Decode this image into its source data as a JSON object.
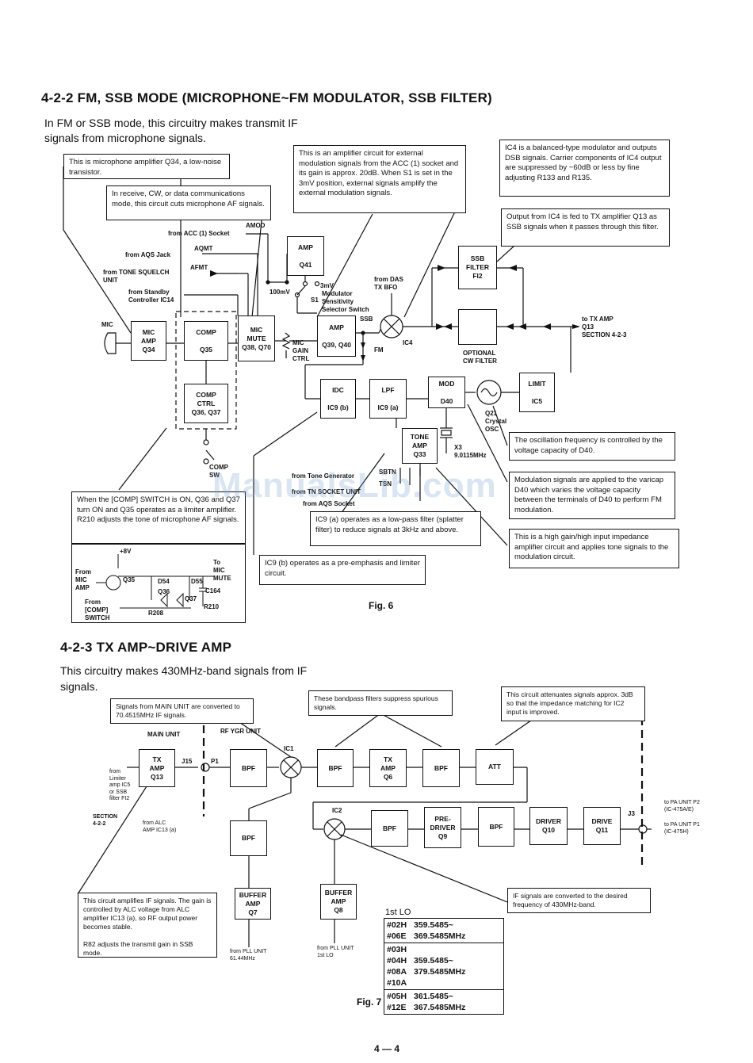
{
  "section_422": {
    "heading": "4-2-2  FM, SSB MODE (MICROPHONE~FM MODULATOR, SSB FILTER)",
    "intro_line1": "In FM or SSB mode, this circuitry makes transmit IF",
    "intro_line2": "signals from microphone signals."
  },
  "fig6": {
    "caption": "Fig. 6",
    "notes": {
      "mic_amp": "This is microphone amplifier Q34, a low-noise transistor.",
      "mute": "In receive, CW, or data communications mode, this circuit cuts microphone AF signals.",
      "amp_ext": "This is an amplifier circuit for external modulation signals from the ACC (1) socket and its gain is approx. 20dB. When S1 is set in the 3mV position, external signals amplify the external modulation signals.",
      "ic4": "IC4 is a balanced-type modulator and outputs DSB signals. Carrier components of IC4 output are suppressed by −60dB or less by fine adjusting R133 and R135.",
      "ssb_filter": "Output from IC4 is fed to TX amplifier Q13 as SSB signals when it passes through this filter.",
      "osc_freq": "The oscillation frequency is controlled by the voltage capacity of D40.",
      "modulation": "Modulation signals are applied to the varicap D40 which varies the voltage capacity between the terminals of D40 to perform FM modulation.",
      "tone_amp": "This is a high gain/high input impedance amplifier circuit and applies tone signals to the modulation circuit.",
      "comp": "When the [COMP] SWITCH is ON, Q36 and Q37 turn ON and Q35 operates as a limiter amplifier. R210 adjusts the tone of microphone AF signals.",
      "ic9a": "IC9 (a) operates as a low-pass filter (splatter filter) to reduce signals at 3kHz and above.",
      "ic9b": "IC9 (b) operates as a pre-emphasis and limiter circuit."
    },
    "blocks": {
      "mic_amp": "MIC\nAMP\nQ34",
      "comp": "COMP\n\nQ35",
      "comp_ctrl": "COMP\nCTRL\nQ36, Q37",
      "mic_mute": "MIC\nMUTE\nQ38, Q70",
      "amp_q41": "AMP\n\nQ41",
      "amp_q39": "AMP\n\nQ39, Q40",
      "idc": "IDC\n\nIC9 (b)",
      "lpf": "LPF\n\nIC9 (a)",
      "mod": "MOD\n\nD40",
      "limit": "LIMIT\n\nIC5",
      "tone_amp": "TONE\nAMP\nQ33",
      "ssb_filter": "SSB\nFILTER\nFI2"
    },
    "labels": {
      "from_acc": "from ACC (1) Socket",
      "amod": "AMOD",
      "from_aqs": "from AQS Jack",
      "aqmt": "AQMT",
      "from_squelch": "from TONE SQUELCH\nUNIT",
      "afmt": "AFMT",
      "from_standby": "from Standby\nController IC14",
      "mic": "MIC",
      "v100": "100mV",
      "s1": "S1",
      "v3": "3mV",
      "modulator_sens": "Modulator\nSensitivity\nSelector Switch",
      "from_das": "from DAS\nTX BFO",
      "ssb": "SSB",
      "fm": "FM",
      "ic4": "IC4",
      "mic_gain": "MIC\nGAIN\nCTRL",
      "to_tx_amp": "to TX AMP\nQ13\nSECTION 4-2-3",
      "optional_cw": "OPTIONAL\nCW FILTER",
      "q21": "Q21\nCrystal\nOSC",
      "x3": "X3\n9.0115MHz",
      "comp_sw": "COMP\nSW",
      "from_tone_gen": "from Tone Generator",
      "sbtn": "SBTN",
      "from_tn": "from TN SOCKET UNIT",
      "tsn": "TSN",
      "from_aqs_socket": "from AQS Socket",
      "v8": "+8V",
      "from_mic_amp": "From\nMIC\nAMP",
      "from_comp_sw": "From\n[COMP]\nSWITCH",
      "to_mic_mute": "To\nMIC\nMUTE",
      "q35": "Q35",
      "d54": "D54",
      "d55": "D55",
      "q36": "Q36",
      "q37": "Q37",
      "c164": "C164",
      "r208": "R208",
      "r210": "R210"
    }
  },
  "section_423": {
    "heading": "4-2-3  TX AMP~DRIVE AMP",
    "intro_line1": "This  circuitry  makes  430MHz-band  signals  from  IF",
    "intro_line2": "signals."
  },
  "fig7": {
    "caption": "Fig. 7",
    "notes": {
      "main_unit_signals": "Signals from MAIN UNIT are converted to 70.4515MHz IF signals.",
      "bpf_suppress": "These bandpass filters suppress spurious signals.",
      "att": "This circuit attenuates signals approx. 3dB so that the impedance matching for IC2 input is improved.",
      "tx_amp": "This circuit amplifies IF signals. The gain is controlled by ALC voltage from ALC amplifier IC13 (a), so RF output power becomes stable.\n\nR82 adjusts the transmit gain in SSB mode.",
      "ic2": "IF signals are converted to the desired frequency of 430MHz-band."
    },
    "blocks": {
      "tx_amp_q13": "TX\nAMP\nQ13",
      "bpf1": "BPF",
      "bpf2": "BPF",
      "tx_amp_q6": "TX\nAMP\nQ6",
      "bpf3": "BPF",
      "att": "ATT",
      "bpf_lo": "BPF",
      "bpf4": "BPF",
      "pre_driver": "PRE-\nDRIVER\nQ9",
      "bpf5": "BPF",
      "driver": "DRIVER\nQ10",
      "drive": "DRIVE\nQ11",
      "buffer_q7": "BUFFER\nAMP\nQ7",
      "buffer_q8": "BUFFER\nAMP\nQ8"
    },
    "labels": {
      "main_unit": "MAIN UNIT",
      "rf_ygr": "RF YGR UNIT",
      "ic1": "IC1",
      "ic2": "IC2",
      "j15": "J15",
      "p1": "P1",
      "j3": "J3",
      "from_limiter": "from\nLimiter\namp IC5\nor SSB\nfilter FI2",
      "section_422": "SECTION\n4-2-2",
      "from_alc": "from ALC\nAMP IC13 (a)",
      "to_pa_p2": "to PA UNIT P2\n(IC-475A/E)",
      "to_pa_p1": "to PA UNIT P1\n(IC-475H)",
      "from_pll_q7": "from PLL UNIT\n61.44MHz",
      "from_pll_q8": "from PLL UNIT\n1st LO",
      "lo_title": "1st LO"
    },
    "lo_table": [
      {
        "codes": "#02H\n#06E",
        "freq": "359.5485~\n369.5485MHz"
      },
      {
        "codes": "#03H\n#04H\n#08A\n#10A",
        "freq": "\n359.5485~\n379.5485MHz"
      },
      {
        "codes": "#05H\n#12E",
        "freq": "361.5485~\n367.5485MHz"
      }
    ]
  },
  "page_number": "4 — 4",
  "watermark": "ManualsLib.com"
}
